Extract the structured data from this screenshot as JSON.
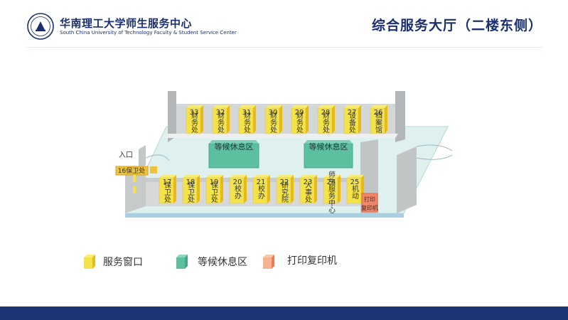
{
  "header": {
    "org_cn": "华南理工大学师生服务中心",
    "org_en": "South China University of Technology Faculty & Student Service Center",
    "page_title": "综合服务大厅（二楼东侧）"
  },
  "floorplan": {
    "top_row": [
      {
        "number": "33",
        "name": "财务处"
      },
      {
        "number": "32",
        "name": "财务处"
      },
      {
        "number": "31",
        "name": "财务处"
      },
      {
        "number": "30",
        "name": "财务处"
      },
      {
        "number": "29",
        "name": "财务处"
      },
      {
        "number": "28",
        "name": "财务处"
      },
      {
        "number": "27",
        "name": "设备处"
      },
      {
        "number": "26",
        "name": "档案馆"
      }
    ],
    "bottom_row": [
      {
        "number": "17",
        "name": "保卫处"
      },
      {
        "number": "18",
        "name": "保卫处"
      },
      {
        "number": "19",
        "name": "保卫处"
      },
      {
        "number": "20",
        "name": "校办"
      },
      {
        "number": "21",
        "name": "校办"
      },
      {
        "number": "22",
        "name": "研究院"
      },
      {
        "number": "23",
        "name": "人事处"
      },
      {
        "number": "24",
        "name": "师生服务中心"
      },
      {
        "number": "25",
        "name": "机动"
      }
    ],
    "entrance_label": "入口",
    "security_window": "16保卫处",
    "waiting_areas": [
      "等候休息区",
      "等候休息区"
    ],
    "printer_label": "打印复印机"
  },
  "legend": [
    {
      "label": "服务窗口",
      "color": "#f0c419"
    },
    {
      "label": "等候休息区",
      "color": "#5cbfa0"
    },
    {
      "label": "打印复印机",
      "color": "#f0876a"
    }
  ],
  "colors": {
    "brand": "#1b2f6e",
    "footer": "#1c3577",
    "window": "#f4e24a",
    "window_dark": "#e6b91e",
    "wall": "#bfc2c4",
    "floor": "#dff1ee",
    "waiting": "#5cbfa0",
    "printer": "#f0876a"
  }
}
